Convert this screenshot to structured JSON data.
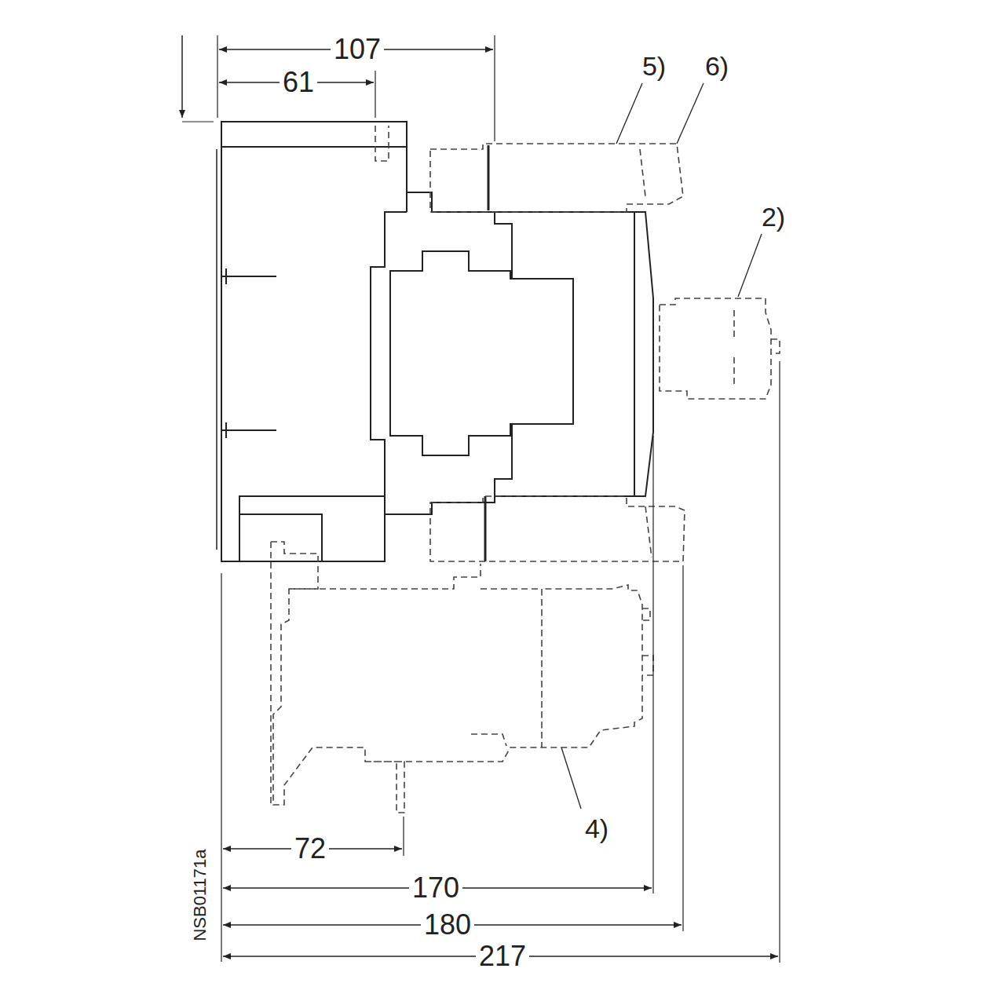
{
  "diagram": {
    "labels": [
      "107",
      "61",
      "5)",
      "6)",
      "2)",
      "72",
      "170",
      "180",
      "217",
      "4)",
      "NSB01171a"
    ]
  }
}
